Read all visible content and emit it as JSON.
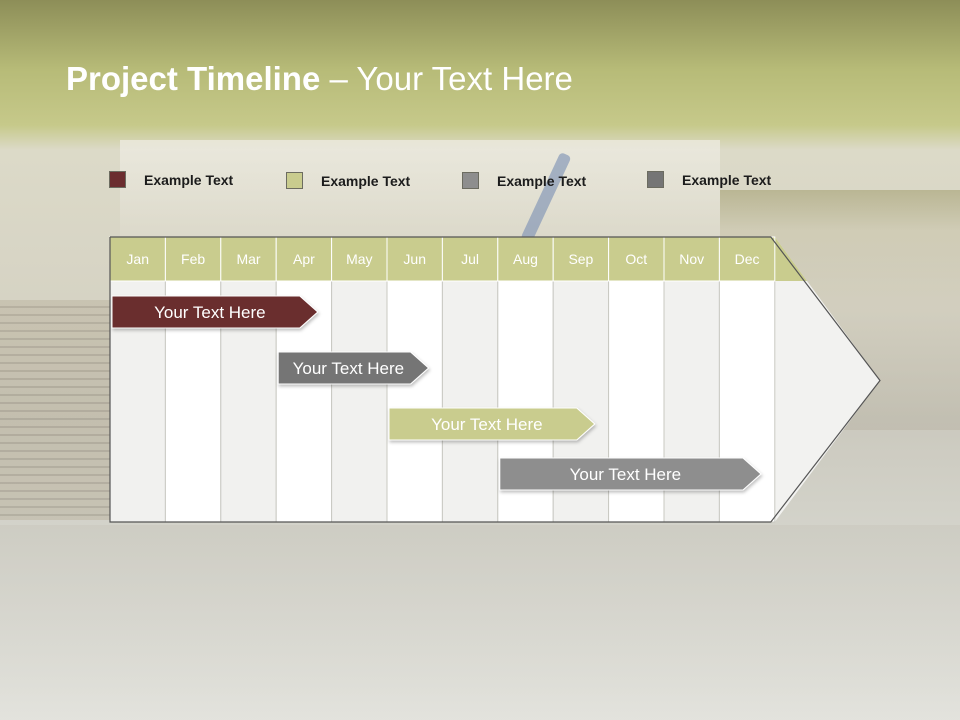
{
  "title": {
    "bold": "Project Timeline",
    "rest": " – Your Text Here"
  },
  "legend": [
    {
      "label": "Example Text",
      "color": "#6b2d2f"
    },
    {
      "label": "Example Text",
      "color": "#c9cc8e"
    },
    {
      "label": "Example Text",
      "color": "#8e8e8e"
    },
    {
      "label": "Example Text",
      "color": "#757575"
    }
  ],
  "months": [
    "Jan",
    "Feb",
    "Mar",
    "Apr",
    "May",
    "Jun",
    "Jul",
    "Aug",
    "Sep",
    "Oct",
    "Nov",
    "Dec"
  ],
  "colors": {
    "header": "#c9cc8e",
    "column_light": "#f1f1ef",
    "column_white": "#ffffff",
    "arrow_fill": "#f2f2f0",
    "grid_line": "#c9c9c2",
    "border": "#555555"
  },
  "tasks": [
    {
      "label": "Your  Text Here",
      "start_month": "Jan",
      "end_month": "Apr",
      "color": "#6b2d2f"
    },
    {
      "label": "Your  Text Here",
      "start_month": "Apr",
      "end_month": "Jun",
      "color": "#757575"
    },
    {
      "label": "Your  Text Here",
      "start_month": "Jun",
      "end_month": "Sep",
      "color": "#c9cc8e"
    },
    {
      "label": "Your  Text Here",
      "start_month": "Aug",
      "end_month": "Dec",
      "color": "#8e8e8e"
    }
  ]
}
